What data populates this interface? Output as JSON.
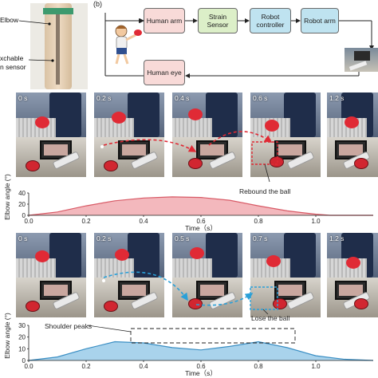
{
  "panel_a": {
    "elbow_label": "Elbow",
    "sensor_label_line1": "xchable",
    "sensor_label_line2": "n sensor"
  },
  "panel_b": {
    "panel_letter": "(b)",
    "boxes": {
      "human_arm": "Human arm",
      "strain_sensor": "Strain Sensor",
      "robot_controller": "Robot controller",
      "robot_arm": "Robot arm",
      "human_eye": "Human eye"
    },
    "colors": {
      "human": "#f8dad8",
      "sensor": "#dcefc8",
      "robot": "#bfe3f0"
    }
  },
  "row1": {
    "times": [
      "0 s",
      "0.2 s",
      "0.4 s",
      "0.6 s",
      "1.2 s"
    ],
    "annotation": "Rebound the ball",
    "arrow_color": "#e02a35"
  },
  "row2": {
    "times": [
      "0 s",
      "0.2 s",
      "0.5 s",
      "0.7 s",
      "1.2 s"
    ],
    "annotation": "Lose the ball",
    "arrow_color": "#2aa0d8"
  },
  "chart_data": [
    {
      "type": "area",
      "ylabel": "Elbow angle (°)",
      "xlabel": "Time（s）",
      "xlim": [
        0,
        1.2
      ],
      "ylim": [
        0,
        40
      ],
      "yticks": [
        "0",
        "20",
        "40"
      ],
      "xticks": [
        "0.0",
        "0.2",
        "0.4",
        "0.6",
        "0.8",
        "1.0"
      ],
      "x": [
        0,
        0.1,
        0.2,
        0.3,
        0.4,
        0.5,
        0.6,
        0.7,
        0.8,
        0.9,
        1.0,
        1.05,
        1.2
      ],
      "y": [
        0,
        6,
        17,
        26,
        31,
        33,
        32,
        27,
        17,
        8,
        2,
        0,
        0
      ],
      "fill_color": "#f3b8bd",
      "line_color": "#d85a66"
    },
    {
      "type": "area",
      "ylabel": "Elbow angle (°)",
      "xlabel": "Time（s）",
      "xlim": [
        0,
        1.2
      ],
      "ylim": [
        0,
        30
      ],
      "yticks": [
        "0",
        "10",
        "20",
        "30"
      ],
      "xticks": [
        "0.0",
        "0.2",
        "0.4",
        "0.6",
        "0.8",
        "1.0"
      ],
      "x": [
        0,
        0.1,
        0.2,
        0.3,
        0.4,
        0.5,
        0.6,
        0.7,
        0.8,
        0.9,
        1.0,
        1.1,
        1.2
      ],
      "y": [
        0,
        3,
        10,
        16,
        15,
        11,
        9,
        12,
        16,
        11,
        4,
        1,
        0
      ],
      "annotation": "Shoulder peaks",
      "fill_color": "#a9d3ec",
      "line_color": "#3b8fc4"
    }
  ]
}
